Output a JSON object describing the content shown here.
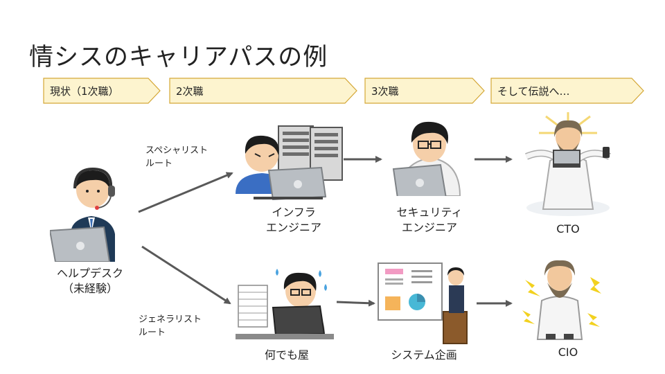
{
  "title": "情シスのキャリアパスの例",
  "stages": [
    {
      "label": "現状（1次職）"
    },
    {
      "label": "2次職"
    },
    {
      "label": "3次職"
    },
    {
      "label": "そして伝説へ…"
    }
  ],
  "routes": {
    "specialist": [
      "スペシャリスト",
      "ルート"
    ],
    "generalist": [
      "ジェネラリスト",
      "ルート"
    ]
  },
  "nodes": {
    "helpdesk": [
      "ヘルプデスク",
      "（未経験）"
    ],
    "infra": [
      "インフラ",
      "エンジニア"
    ],
    "security": [
      "セキュリティ",
      "エンジニア"
    ],
    "cto": "CTO",
    "nandemoya": "何でも屋",
    "planning": "システム企画",
    "cio": "CIO"
  },
  "colors": {
    "stage_fill": "#fdf4cf",
    "stage_stroke": "#d4a736",
    "arrow": "#595959"
  },
  "icons": {
    "helpdesk": "person-headset-laptop",
    "infra": "engineer-with-servers",
    "security": "hacker-with-laptop",
    "cto": "legend-god-with-laptop",
    "nandemoya": "busy-worker-paper-stack",
    "planning": "presenter-with-chart",
    "cio": "thunder-god"
  }
}
